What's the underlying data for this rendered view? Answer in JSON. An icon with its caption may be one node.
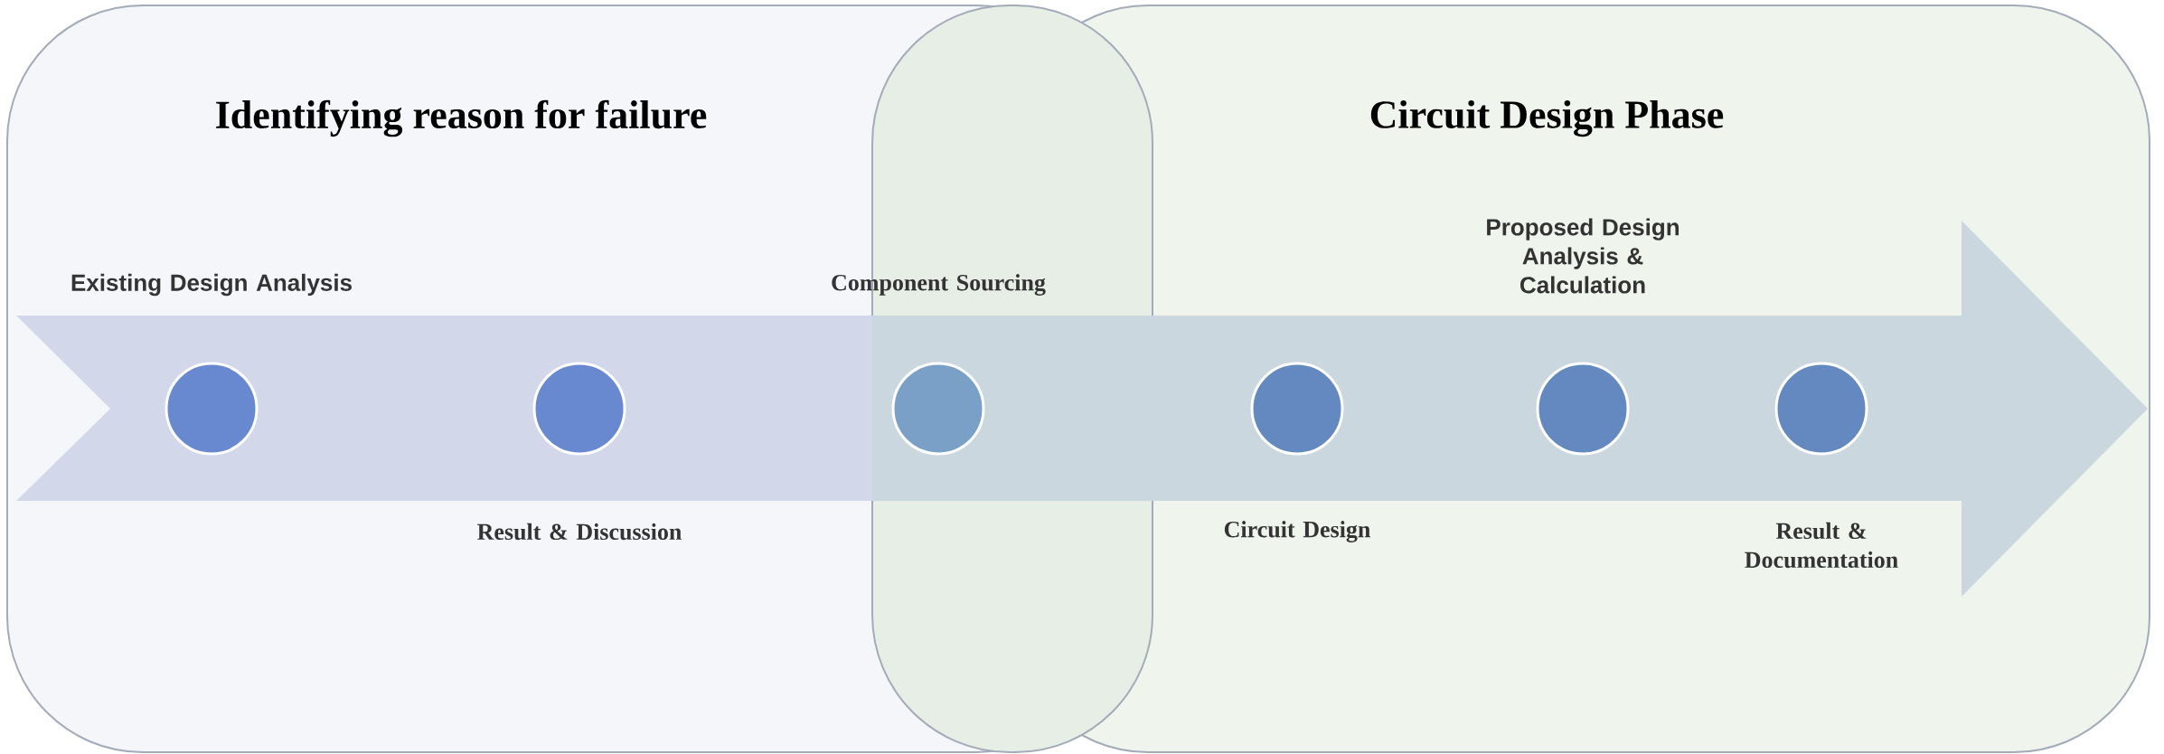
{
  "diagram": {
    "nodes": [
      {
        "text": [
          "Identifying reason for failure"
        ]
      },
      {
        "text": [
          "Circuit Design Phase"
        ]
      },
      {
        "text": [],
        "shape": "box"
      },
      {
        "text": [],
        "shape": "circle",
        "in": 0,
        "beside": [
          "Existing Design Analysis"
        ]
      },
      {
        "text": [],
        "shape": "circle",
        "in": 0,
        "beside": [
          "Result & Discussion"
        ]
      },
      {
        "text": [],
        "shape": "circle",
        "in": 2,
        "beside": [
          "Component Sourcing"
        ]
      },
      {
        "text": [],
        "shape": "circle",
        "in": 1,
        "beside": [
          "Circuit Design"
        ]
      },
      {
        "text": [],
        "shape": "circle",
        "in": 1,
        "beside": [
          "Proposed Design Analysis & Calculation"
        ]
      },
      {
        "text": [],
        "shape": "circle",
        "in": 1,
        "beside": [
          "Result & Documentation"
        ]
      }
    ]
  }
}
